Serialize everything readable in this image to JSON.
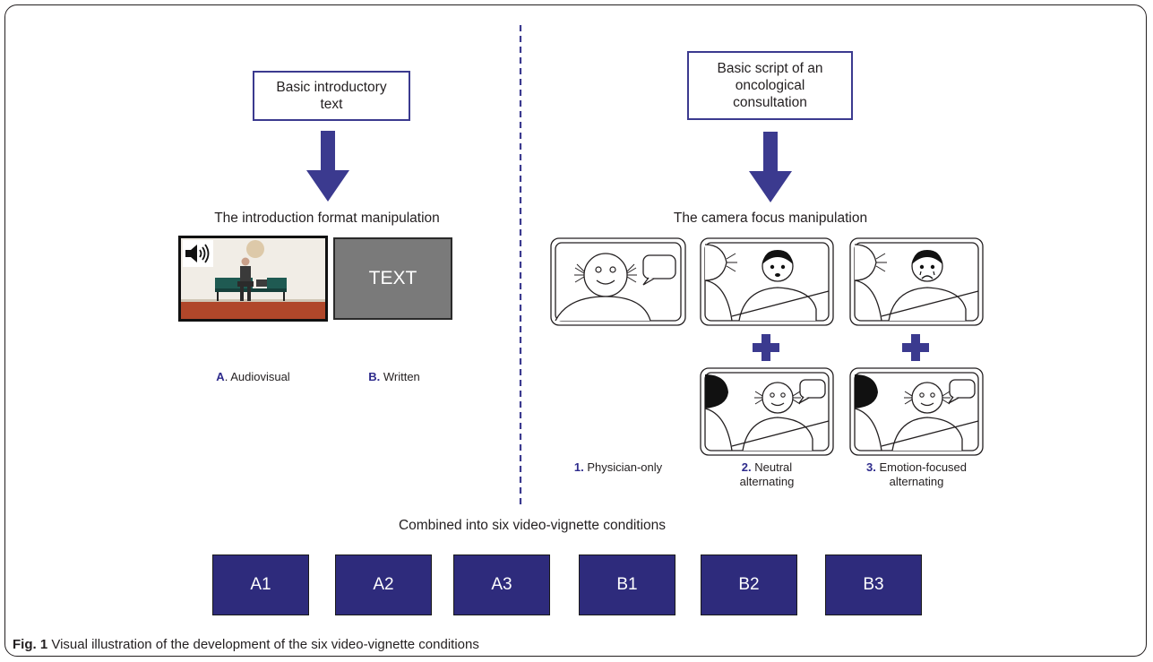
{
  "left": {
    "input_box": "Basic introductory text",
    "heading": "The introduction format manipulation",
    "text_panel": "TEXT",
    "options": [
      {
        "letter": "A",
        "sep": ". ",
        "label": "Audiovisual"
      },
      {
        "letter": "B.",
        "sep": " ",
        "label": "Written"
      }
    ]
  },
  "right": {
    "input_box": "Basic script of an oncological consultation",
    "heading": "The camera focus manipulation",
    "options": [
      {
        "number": "1.",
        "line1": "Physician-only",
        "line2": ""
      },
      {
        "number": "2.",
        "line1": "Neutral",
        "line2": "alternating"
      },
      {
        "number": "3.",
        "line1": "Emotion-focused",
        "line2": "alternating"
      }
    ]
  },
  "combined_heading": "Combined into six video-vignette conditions",
  "conditions": [
    "A1",
    "A2",
    "A3",
    "B1",
    "B2",
    "B3"
  ],
  "caption": {
    "label": "Fig. 1",
    "text": "Visual illustration of the development of the six video-vignette conditions"
  },
  "colors": {
    "accent": "#3b3a8f",
    "condition_fill": "#2e2b7c",
    "text_panel": "#7a7a7a"
  }
}
